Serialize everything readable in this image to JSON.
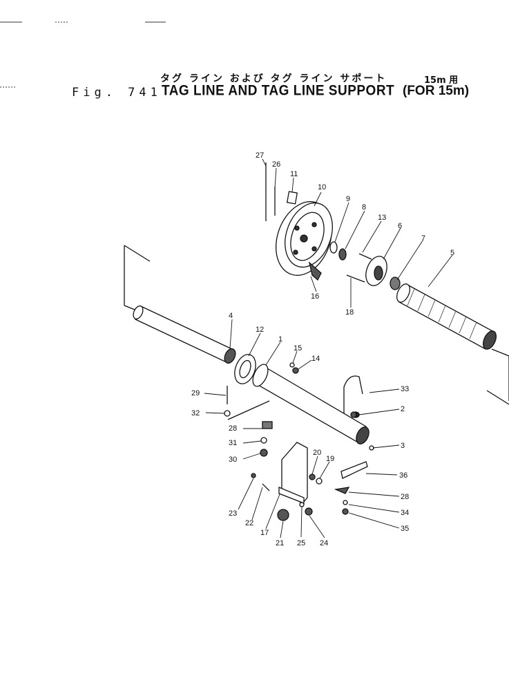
{
  "header": {
    "title_jp": "タグ ライン および タグ ライン サポート",
    "suffix_jp": "15m 用",
    "figure_label": "Fig. 741",
    "title_en": "TAG LINE AND TAG LINE SUPPORT",
    "suffix_en": "(FOR 15m)"
  },
  "parts": {
    "p1": "1",
    "p2": "2",
    "p3": "3",
    "p4": "4",
    "p5": "5",
    "p6": "6",
    "p7": "7",
    "p8": "8",
    "p9": "9",
    "p10": "10",
    "p11": "11",
    "p12": "12",
    "p13": "13",
    "p14": "14",
    "p15": "15",
    "p16": "16",
    "p17": "17",
    "p18": "18",
    "p19": "19",
    "p20": "20",
    "p21": "21",
    "p22": "22",
    "p23": "23",
    "p24": "24",
    "p25": "25",
    "p26": "26",
    "p27": "27",
    "p28a": "28",
    "p28b": "28",
    "p29": "29",
    "p30": "30",
    "p31": "31",
    "p32": "32",
    "p33": "33",
    "p34": "34",
    "p35": "35",
    "p36": "36"
  }
}
